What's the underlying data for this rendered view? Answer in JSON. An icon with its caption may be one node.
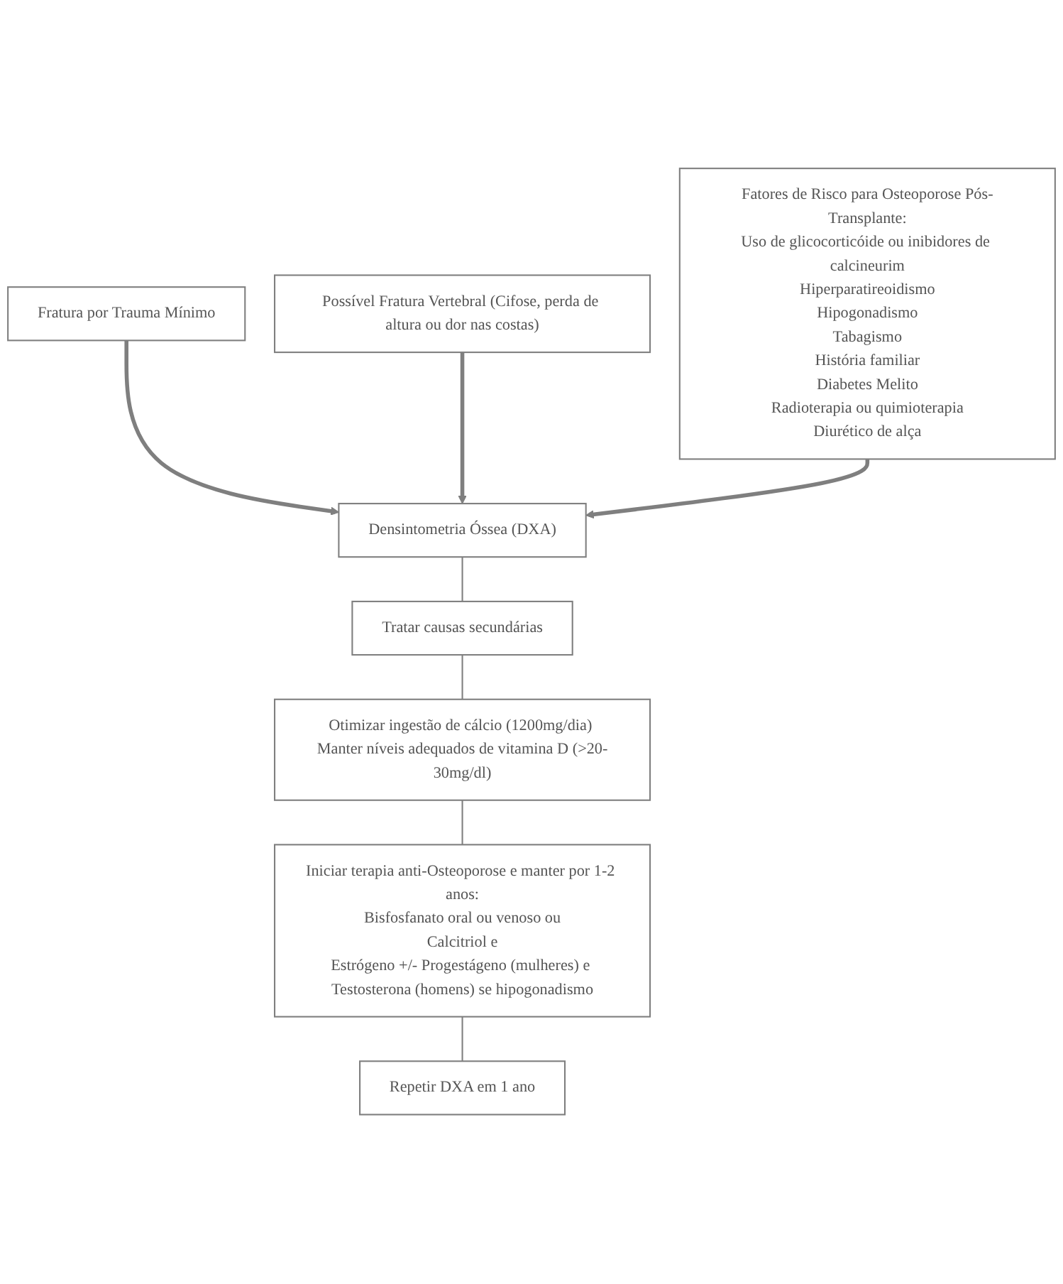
{
  "diagram": {
    "nodes": [
      {
        "text": [
          "Fratura por Trauma Mínimo"
        ]
      },
      {
        "text": [
          "Possível Fratura Vertebral (Cifose, perda de altura ou dor nas costas)"
        ]
      },
      {
        "text": [
          "Fatores de Risco para Osteoporose Pós-Transplante:",
          "Uso de glicocorticóide ou inibidores de calcineurim",
          "Hiperparatireoidismo",
          "Hipogonadismo",
          "Tabagismo",
          "História familiar",
          "Diabetes Melito",
          "Radioterapia ou quimioterapia",
          "Diurético de alça"
        ]
      },
      {
        "text": [
          "Densintometria Óssea (DXA)"
        ]
      },
      {
        "text": [
          "Tratar causas secundárias"
        ]
      },
      {
        "text": [
          "Otimizar ingestão de cálcio (1200mg/dia) Manter níveis adequados de vitamina D (>20-30mg/dl)"
        ]
      },
      {
        "text": [
          "Iniciar terapia anti-Osteoporose e manter por 1-2 anos:",
          "Bisfosfanato oral ou venoso ou",
          "Calcitriol e",
          "Estrógeno +/- Progestágeno (mulheres) e Testosterona (homens) se hipogonadismo"
        ]
      },
      {
        "text": [
          "Repetir DXA em 1 ano"
        ]
      }
    ],
    "edges": [
      {
        "from": 0,
        "to": 3,
        "arrow": "to",
        "style": "thick"
      },
      {
        "from": 1,
        "to": 3,
        "arrow": "to",
        "style": "thick"
      },
      {
        "from": 2,
        "to": 3,
        "arrow": "to",
        "style": "thick"
      },
      {
        "from": 3,
        "to": 4,
        "arrow": "none"
      },
      {
        "from": 4,
        "to": 5,
        "arrow": "none"
      },
      {
        "from": 5,
        "to": 6,
        "arrow": "none"
      },
      {
        "from": 6,
        "to": 7,
        "arrow": "none"
      }
    ]
  }
}
